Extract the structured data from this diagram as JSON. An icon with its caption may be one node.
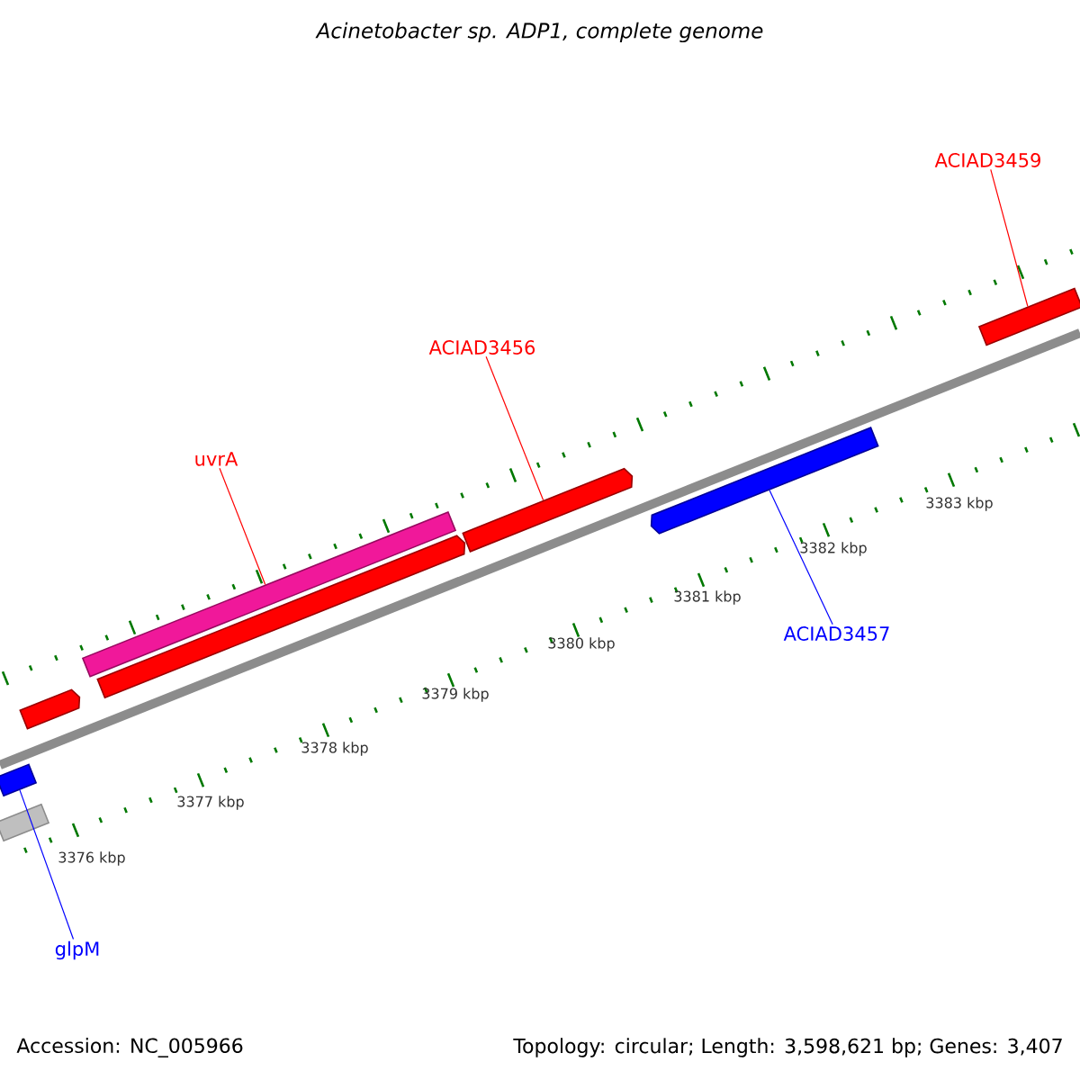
{
  "diagram": {
    "title": "Acinetobacter sp. ADP1, complete genome",
    "nodes": [
      {
        "text": [
          "ACIAD3459"
        ]
      },
      {
        "text": [
          "ACIAD3456"
        ]
      },
      {
        "text": [
          "uvrA"
        ]
      },
      {
        "text": [
          "ACIAD3457"
        ]
      },
      {
        "text": [
          "glpM"
        ]
      },
      {
        "text": [],
        "shape": "bar"
      },
      {
        "text": [],
        "shape": "bar"
      },
      {
        "text": [],
        "shape": "arrow"
      },
      {
        "text": [],
        "shape": "bar"
      },
      {
        "text": [],
        "shape": "arrow"
      },
      {
        "text": [],
        "shape": "arrow"
      },
      {
        "text": [],
        "shape": "arrow"
      },
      {
        "text": [],
        "shape": "bar"
      }
    ],
    "edges": [
      {
        "from": 0,
        "to": 12,
        "arrow": "none"
      },
      {
        "from": 1,
        "to": 10,
        "arrow": "none"
      },
      {
        "from": 2,
        "to": 8,
        "arrow": "none"
      },
      {
        "from": 3,
        "to": 11,
        "arrow": "none",
        "color": "#0000ff"
      },
      {
        "from": 4,
        "to": 5,
        "arrow": "none",
        "color": "#0000ff"
      }
    ],
    "labels": [
      "3383 kbp",
      "3382 kbp",
      "3381 kbp",
      "3380 kbp",
      "3379 kbp",
      "3378 kbp",
      "3377 kbp",
      "3376 kbp",
      "Accession: NC_005966",
      "Topology: circular; Length: 3,598,621 bp; Genes: 3,407"
    ]
  }
}
